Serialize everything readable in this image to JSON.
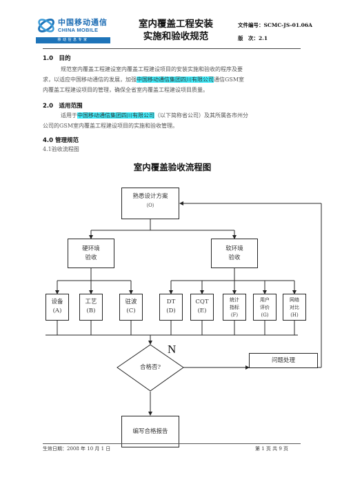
{
  "header": {
    "logo_cn": "中国移动通信",
    "logo_en": "CHINA MOBILE",
    "logo_tagline": "移动信息专家",
    "title_line1": "室内覆盖工程安装",
    "title_line2": "实施和验收规范",
    "doc_no_label": "文件编号：",
    "doc_no_value": "SCMC-JS-01.06A",
    "version_label": "版　次：",
    "version_value": "2.1"
  },
  "sections": {
    "s1_heading": "1.0　目的",
    "s1_line1": "规范室内覆盖工程建设室内覆盖工程建设项目的安装实施和验收的程序及要",
    "s1_line2_pre": "求，以适应中国移动通信的发展，加强",
    "s1_line2_hl": "中国移动通信集团四川有限公司",
    "s1_line2_post": "通信GSM室",
    "s1_line3": "内覆盖工程建设项目的管理，确保全省室内覆盖工程建设项目质量。",
    "s2_heading": "2.0　适用范围",
    "s2_line1_pre": "适用于",
    "s2_line1_hl": "中国移动通信集团四川有限公司",
    "s2_line1_post": "（以下简称省公司）及其所属各市州分",
    "s2_line2": "公司的GSM室内覆盖工程建设项目的实施和验收管理。",
    "s4_heading": "4.0 管理规范",
    "s4_sub": "4.1验收流程图"
  },
  "flowchart": {
    "title": "室内覆盖验收流程图",
    "start_line1": "熟悉设计方案",
    "start_line2": "（O）",
    "hard_line1": "硬环境",
    "hard_line2": "验收",
    "soft_line1": "软环境",
    "soft_line2": "验收",
    "items": [
      {
        "l1": "设备",
        "l2": "(A)"
      },
      {
        "l1": "工艺",
        "l2": "(B)"
      },
      {
        "l1": "驻波",
        "l2": "(C)"
      },
      {
        "l1": "DT",
        "l2": "(D)"
      },
      {
        "l1": "CQT",
        "l2": "(E)"
      },
      {
        "l1": "统计",
        "l2": "指标",
        "l3": "(F)"
      },
      {
        "l1": "用户",
        "l2": "评价",
        "l3": "(G)"
      },
      {
        "l1": "网络",
        "l2": "对比",
        "l3": "(H)"
      }
    ],
    "decision": "合格否?",
    "no_label": "N",
    "problem": "问题处理",
    "report": "编写合格报告"
  },
  "footer": {
    "effective_date": "生效日期：2008 年 10 月 1 日",
    "page_info": "第 1 页 共 9 页"
  }
}
